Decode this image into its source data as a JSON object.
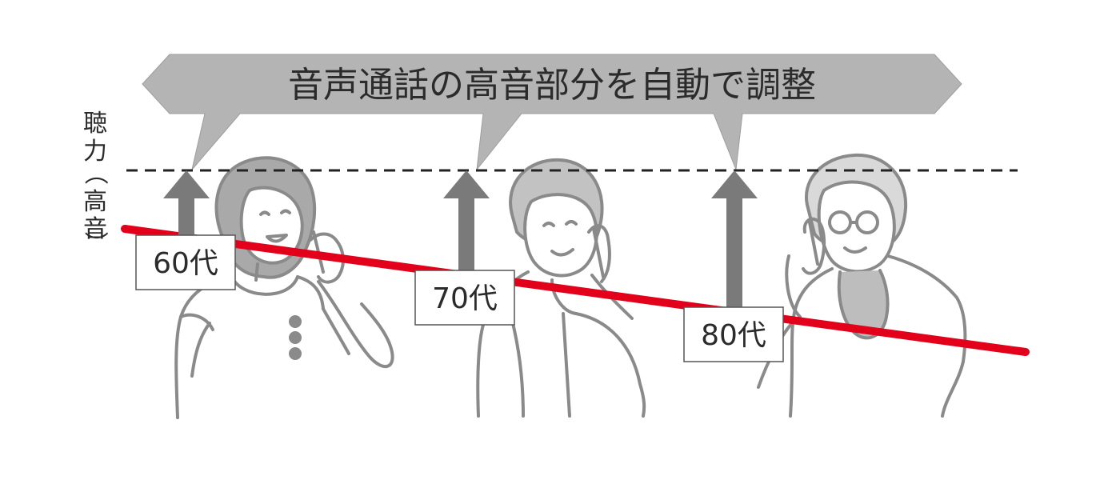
{
  "banner": {
    "text": "音声通話の高音部分を自動で調整"
  },
  "axis": {
    "label_chars": [
      "聴",
      "力",
      "（",
      "高",
      "音",
      "）"
    ]
  },
  "ages": [
    {
      "label": "60代"
    },
    {
      "label": "70代"
    },
    {
      "label": "80代"
    }
  ],
  "colors": {
    "banner_fill": "#b4b4b4",
    "hearing_line": "#e2001a",
    "arrow": "#7a7a7a",
    "figure_stroke": "#8a8a8a",
    "hair": "#a9a9a9",
    "dashed_line": "#222222"
  },
  "icons": {
    "person_60s": "woman-on-phone",
    "person_70s": "elderly-woman-on-phone",
    "person_80s": "elderly-woman-with-glasses-on-phone"
  }
}
